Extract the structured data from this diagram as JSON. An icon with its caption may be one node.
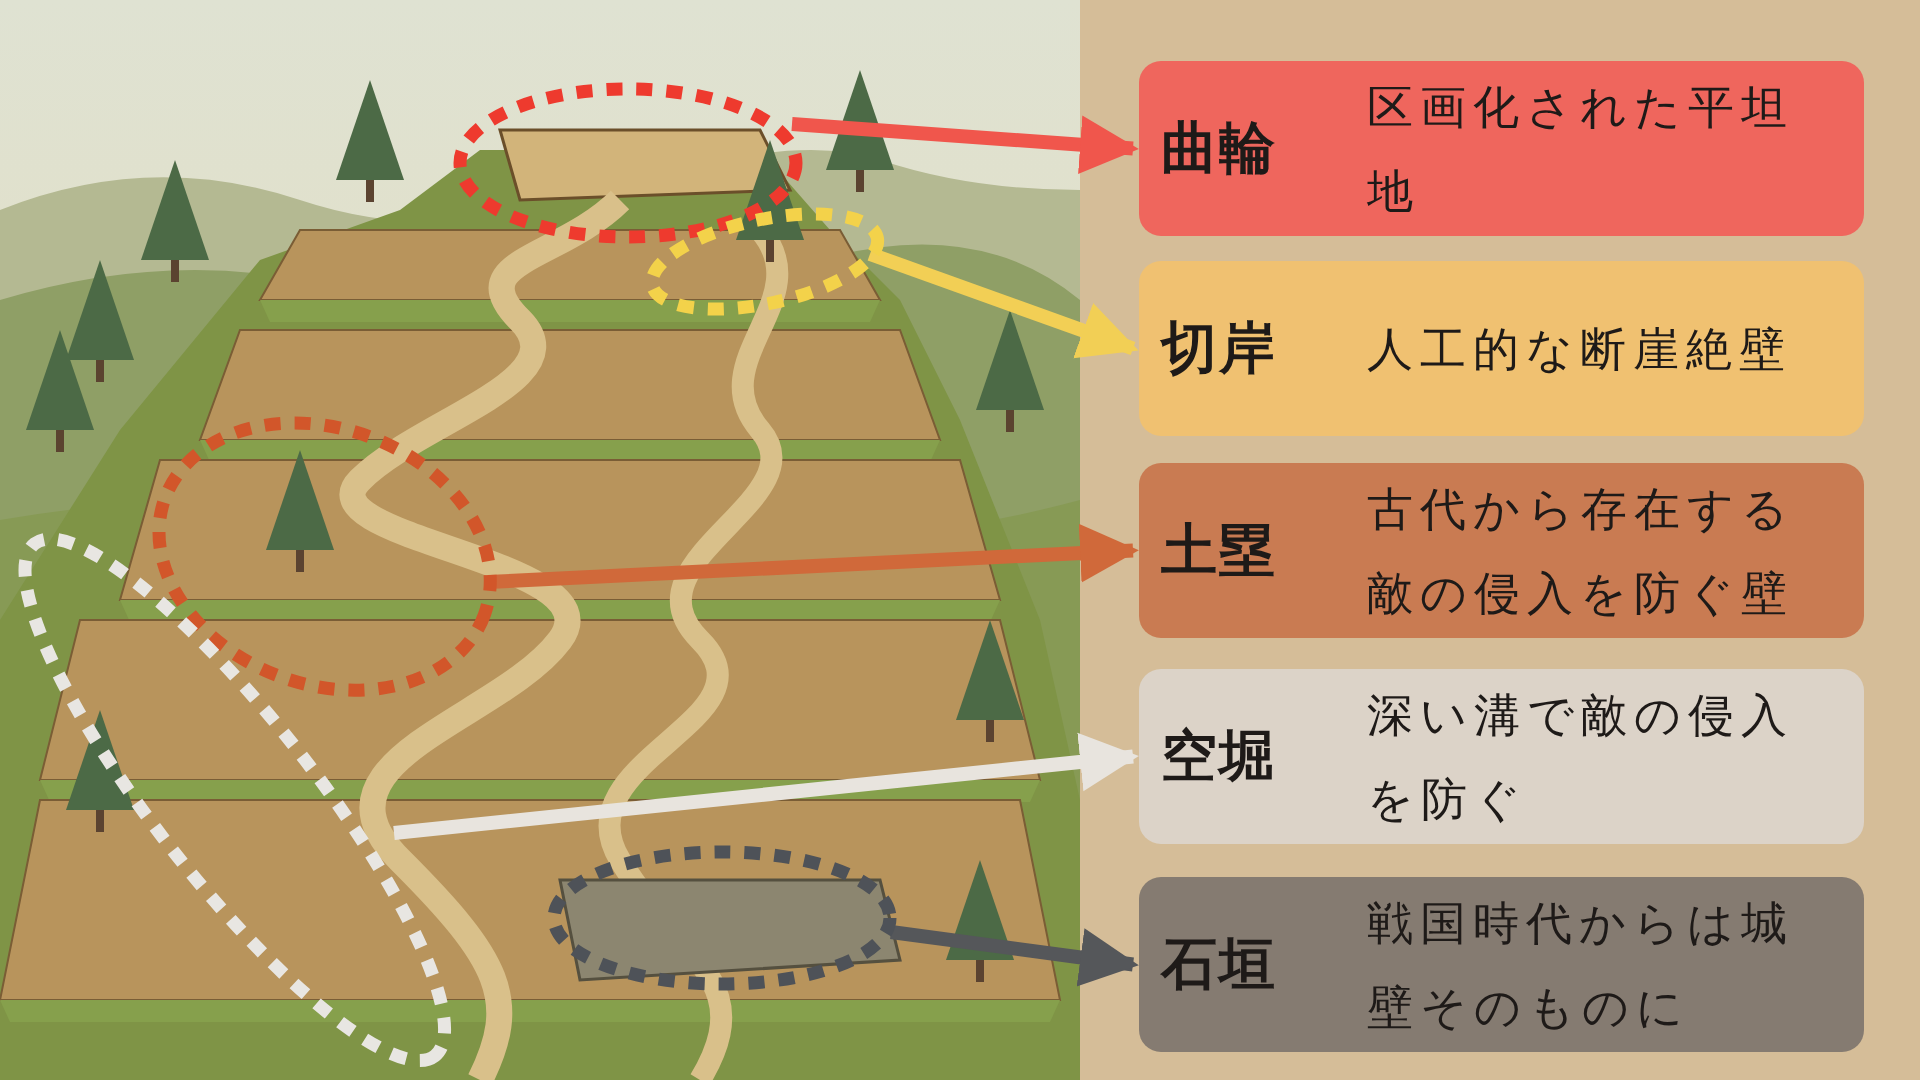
{
  "diagram": {
    "nodes": [
      {
        "text": [],
        "shape": "ellipse"
      },
      {
        "text": [],
        "shape": "ellipse"
      },
      {
        "text": [],
        "shape": "ellipse"
      },
      {
        "text": [],
        "shape": "ellipse"
      },
      {
        "text": [],
        "shape": "ellipse"
      },
      {
        "text": [
          "曲輪",
          "区画化された平坦地"
        ]
      },
      {
        "text": [
          "切岸",
          "人工的な断崖絶壁"
        ]
      },
      {
        "text": [
          "土塁",
          "古代から存在する敵の侵入を防ぐ壁"
        ]
      },
      {
        "text": [
          "空堀",
          "深い溝で敵の侵入を防ぐ"
        ]
      },
      {
        "text": [
          "石垣",
          "戦国時代からは城壁そのものに"
        ]
      }
    ],
    "edges": [
      {
        "from": 0,
        "to": 5,
        "arrow": "to",
        "color": "#f0564c"
      },
      {
        "from": 1,
        "to": 6,
        "arrow": "to",
        "color": "#f2cf55"
      },
      {
        "from": 2,
        "to": 7,
        "arrow": "to",
        "color": "#d0693a"
      },
      {
        "from": 3,
        "to": 8,
        "arrow": "to",
        "color": "#e8e4de"
      },
      {
        "from": 4,
        "to": 9,
        "arrow": "to",
        "color": "#55575a"
      }
    ]
  }
}
